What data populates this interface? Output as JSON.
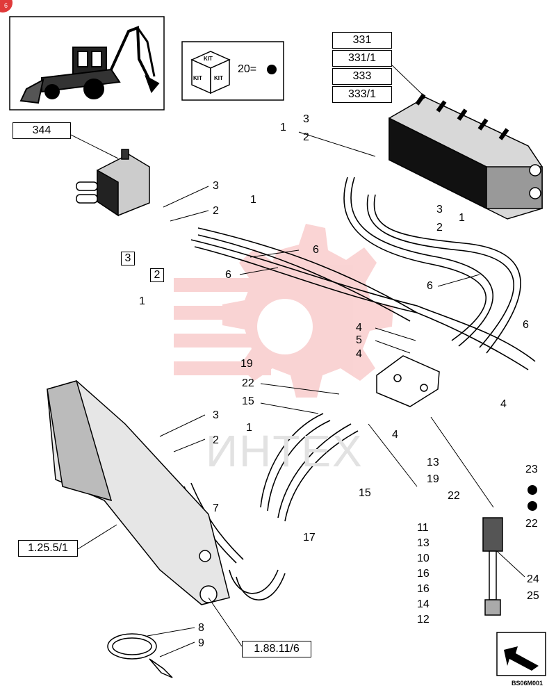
{
  "corner_badge": "6",
  "kit": {
    "label": "KIT",
    "item": "20",
    "sign": "="
  },
  "groups": {
    "g331": "331",
    "g331_1": "331/1",
    "g333": "333",
    "g333_1": "333/1",
    "g344": "344"
  },
  "refs": {
    "r1_25_5_1": "1.25.5/1",
    "r1_88_11_6": "1.88.11/6"
  },
  "boxed": {
    "b3": "3",
    "b2": "2"
  },
  "callouts": {
    "c1a": "1",
    "c3a": "3",
    "c2a": "2",
    "c3b": "3",
    "c1b": "1",
    "c2b": "2",
    "c1c": "1",
    "c3c": "3",
    "c2c": "2",
    "c1d": "1",
    "c6a": "6",
    "c6b": "6",
    "c6c": "6",
    "c6d": "6",
    "c4a": "4",
    "c5": "5",
    "c4b": "4",
    "c4c": "4",
    "c4d": "4",
    "c19a": "19",
    "c22a": "22",
    "c15a": "15",
    "c3d": "3",
    "c1e": "1",
    "c2d": "2",
    "c13a": "13",
    "c19b": "19",
    "c23": "23",
    "c22b": "22",
    "c15b": "15",
    "c22c": "22",
    "c7": "7",
    "c17": "17",
    "c11": "11",
    "c13b": "13",
    "c10": "10",
    "c16a": "16",
    "c16b": "16",
    "c14": "14",
    "c12": "12",
    "c24": "24",
    "c25": "25",
    "c8": "8",
    "c9": "9"
  },
  "watermark": "ИНТЕХ",
  "code": "BS06M001",
  "icons": {
    "arrow": "arrow-icon",
    "cube": "kit-cube-icon",
    "tractor": "backhoe-loader-icon",
    "dot": "filled-dot-icon"
  }
}
